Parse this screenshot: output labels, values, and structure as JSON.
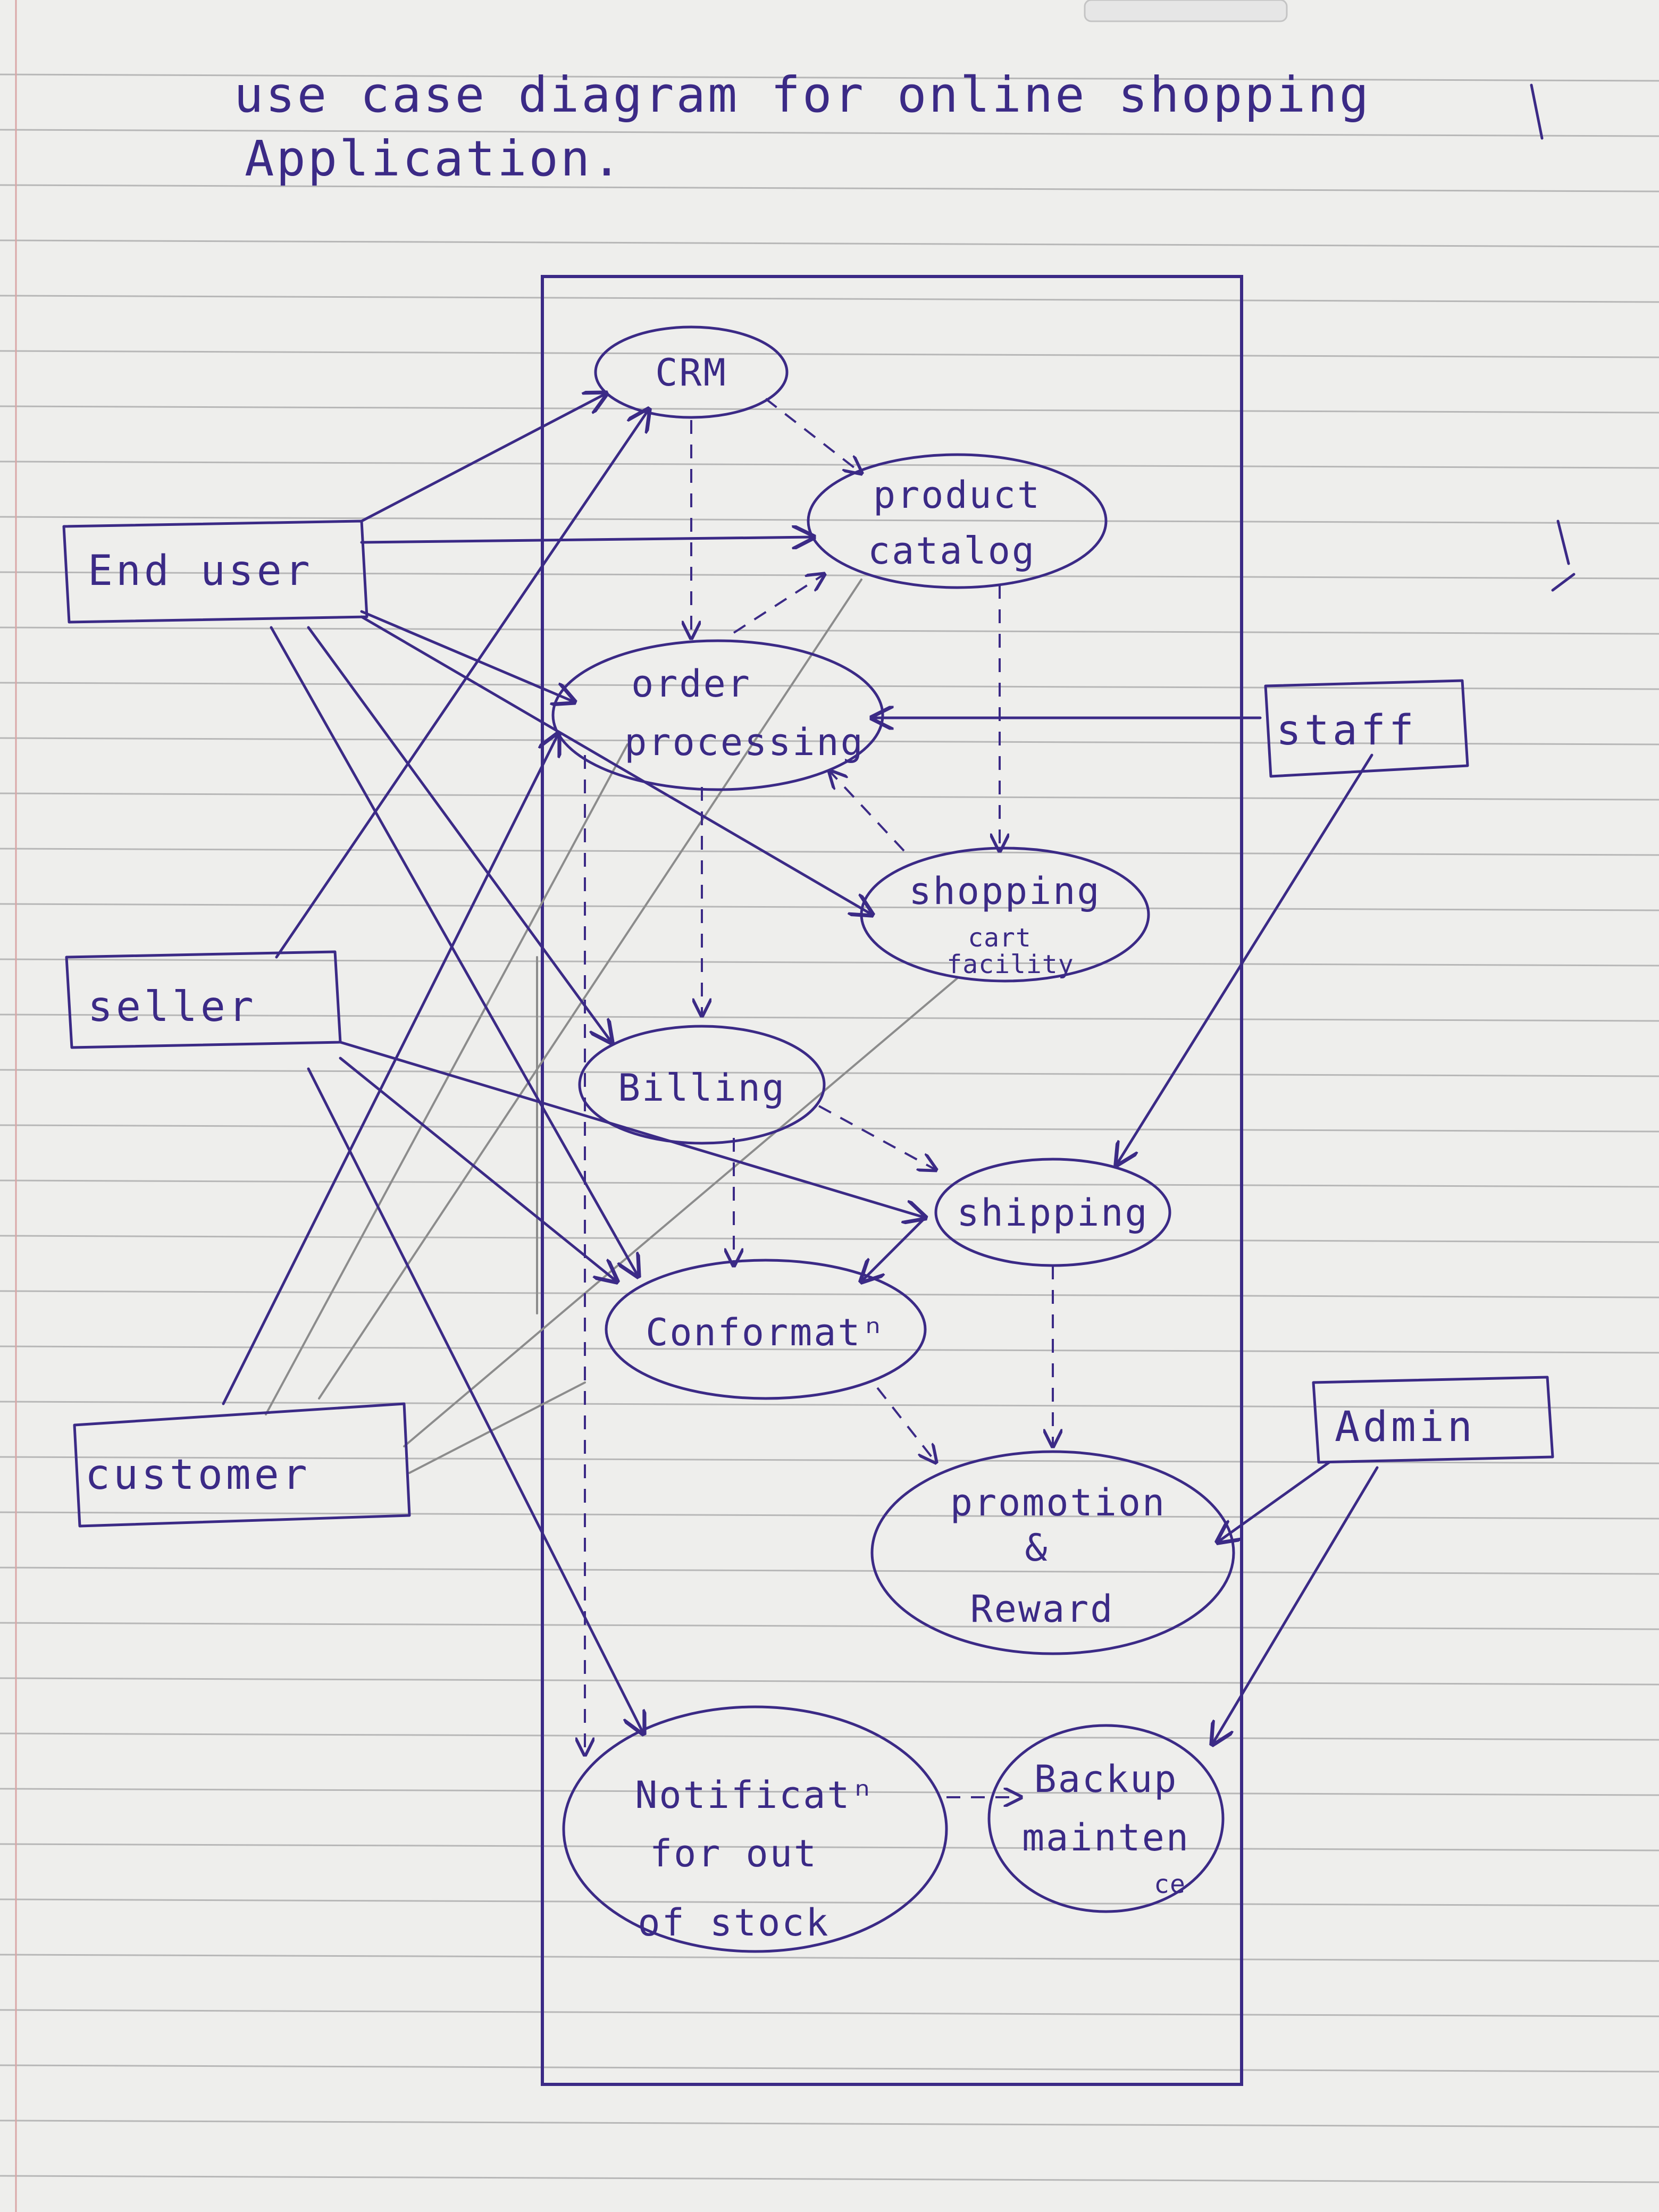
{
  "title": {
    "line1": "use case diagram for online shopping",
    "line2": "Application."
  },
  "actors": {
    "end_user": "End user",
    "seller": "seller",
    "customer": "customer",
    "staff": "staff",
    "admin": "Admin"
  },
  "use_cases": {
    "crm": "CRM",
    "product_catalog": [
      "product",
      "catalog"
    ],
    "order_processing": [
      "order",
      "processing"
    ],
    "shopping_cart": [
      "shopping",
      "cart",
      "facility"
    ],
    "billing": "Billing",
    "shipping": "shipping",
    "confirmation": "Conformatⁿ",
    "promotion": [
      "promotion",
      "&",
      "Reward"
    ],
    "notification": [
      "Notificatⁿ",
      "for out",
      "of stock"
    ],
    "backup": [
      "Backup",
      "mainten",
      "ce"
    ]
  },
  "colors": {
    "ink": "#3b2a86",
    "pencil": "#8c8c8c",
    "paper": "#efefed",
    "rule": "#b7b7b7",
    "background": "#2e3b33"
  }
}
